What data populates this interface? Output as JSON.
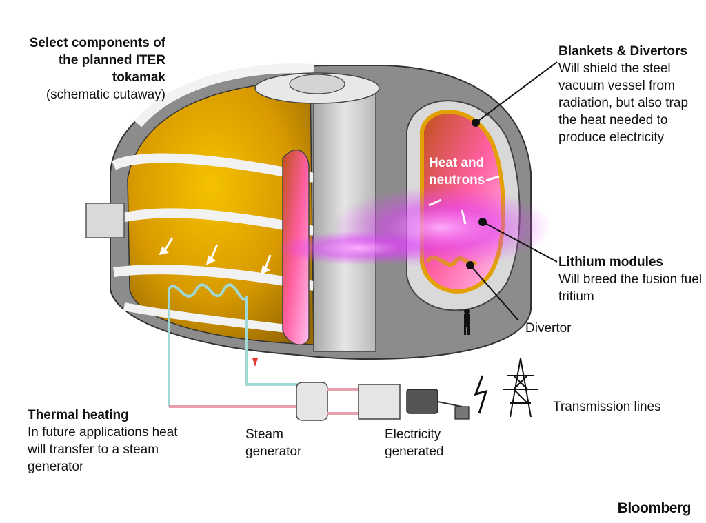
{
  "title": {
    "main": "Select components of the planned ITER tokamak",
    "sub": "(schematic cutaway)"
  },
  "blankets": {
    "heading": "Blankets & Divertors",
    "body": "Will shield the steel vacuum vessel from radiation, but also trap the heat needed to produce electricity"
  },
  "lithium": {
    "heading": "Lithium modules",
    "body": "Will breed the fusion fuel tritium"
  },
  "divertor": {
    "label": "Divertor"
  },
  "heat": {
    "label": "Heat and neutrons"
  },
  "transmission": {
    "label": "Transmission lines"
  },
  "thermal": {
    "heading": "Thermal heating",
    "body": "In future applications heat will transfer to a steam generator"
  },
  "steam": {
    "label": "Steam generator"
  },
  "electricity": {
    "label": "Electricity generated"
  },
  "brand": "Bloomberg",
  "colors": {
    "gold": "#e2a100",
    "plasma": "#e040fb",
    "steel": "#c9c9c9",
    "pipe_hot": "#e8a0b0",
    "pipe_cold": "#9fd8d4"
  }
}
